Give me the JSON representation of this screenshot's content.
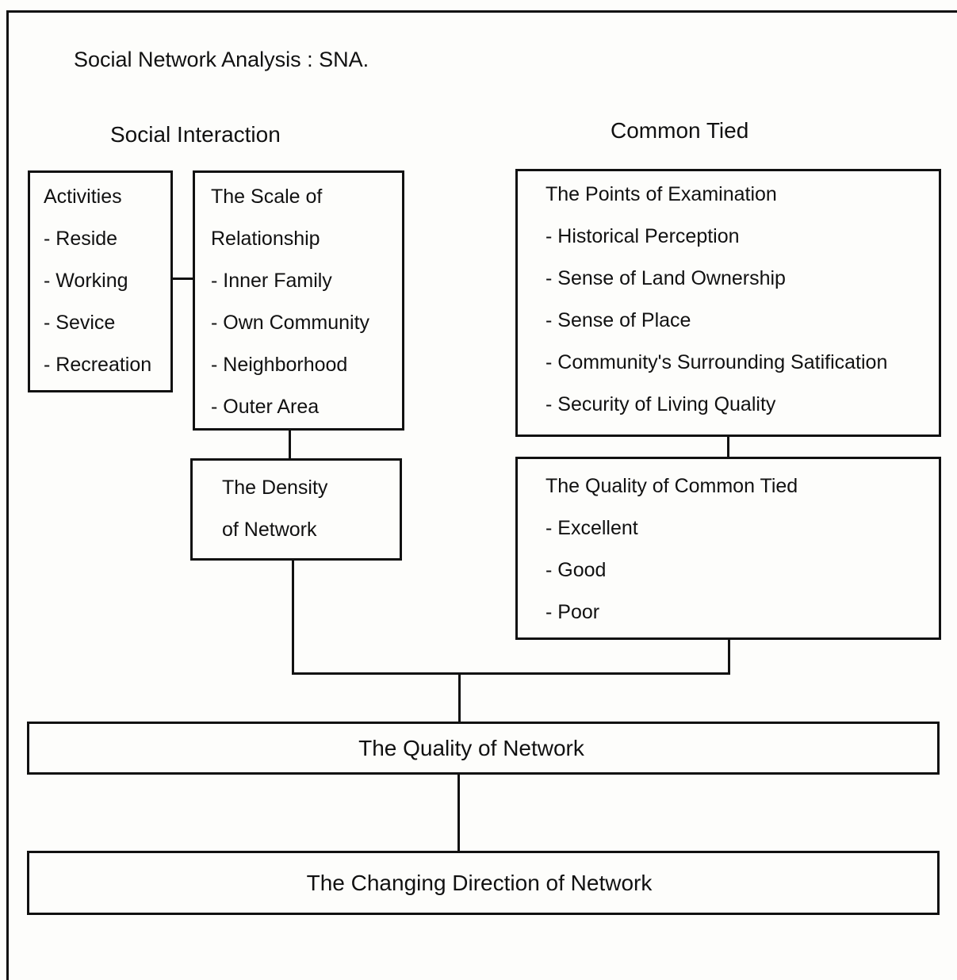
{
  "title": "Social Network Analysis : SNA.",
  "social_interaction": {
    "heading": "Social Interaction",
    "activities": {
      "title": "Activities",
      "items": [
        "- Reside",
        "- Working",
        "- Sevice",
        "- Recreation"
      ]
    },
    "scale": {
      "title_line1": "The  Scale of",
      "title_line2": "Relationship",
      "items": [
        "- Inner Family",
        "- Own Community",
        "- Neighborhood",
        "- Outer Area"
      ]
    },
    "density": {
      "line1": "The Density",
      "line2": "of  Network"
    }
  },
  "common_tied": {
    "heading": "Common Tied",
    "points": {
      "title": "The Points of Examination",
      "items": [
        "- Historical Perception",
        "- Sense of Land Ownership",
        "- Sense of Place",
        "- Community's Surrounding Satification",
        "- Security of Living Quality"
      ]
    },
    "quality": {
      "title": "The Quality of Common Tied",
      "items": [
        "- Excellent",
        "- Good",
        "- Poor"
      ]
    }
  },
  "quality_of_network": "The Quality of Network",
  "changing_direction": "The Changing Direction of Network"
}
